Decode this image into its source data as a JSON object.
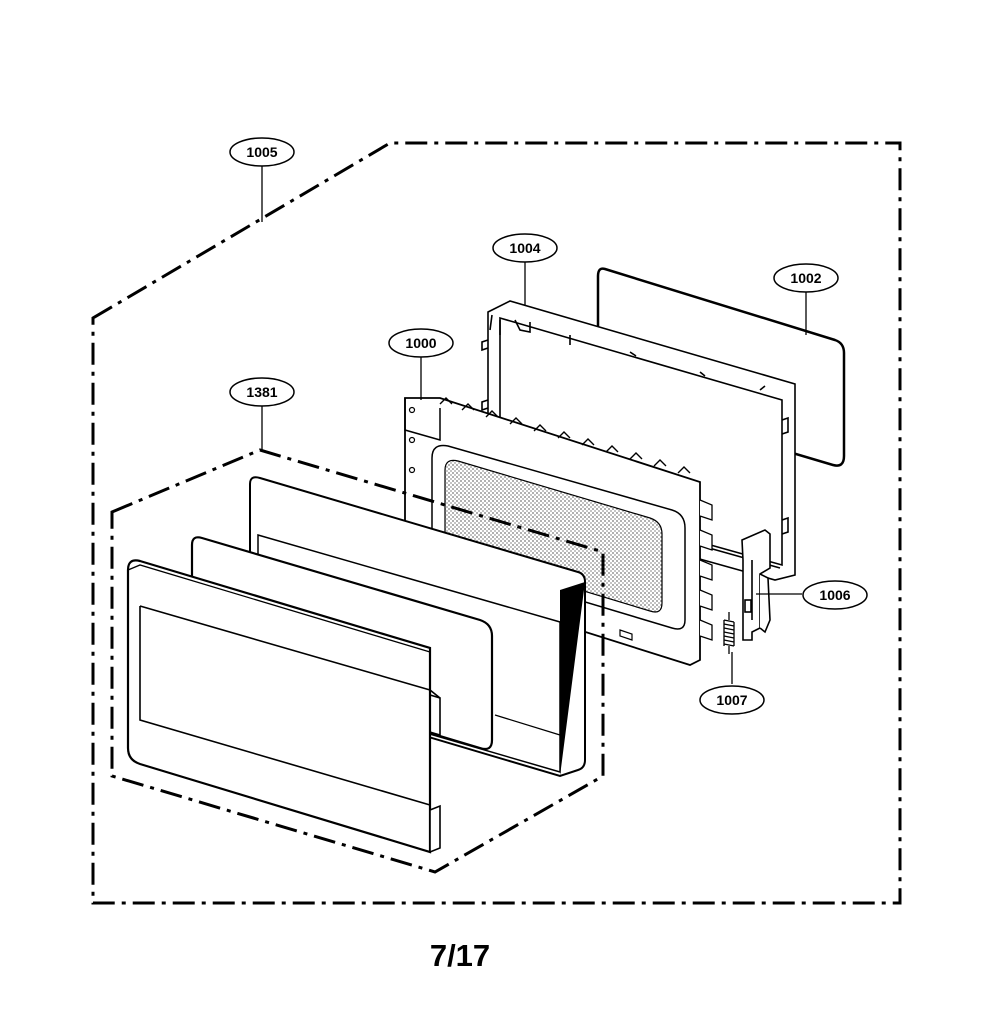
{
  "diagram": {
    "callouts": [
      {
        "id": "1005",
        "label": "1005"
      },
      {
        "id": "1004",
        "label": "1004"
      },
      {
        "id": "1002",
        "label": "1002"
      },
      {
        "id": "1000",
        "label": "1000"
      },
      {
        "id": "1381",
        "label": "1381"
      },
      {
        "id": "1006",
        "label": "1006"
      },
      {
        "id": "1007",
        "label": "1007"
      }
    ],
    "page_number": "7/17",
    "colors": {
      "line": "#000000",
      "mesh": "#9a9a9a",
      "background": "#ffffff"
    }
  }
}
